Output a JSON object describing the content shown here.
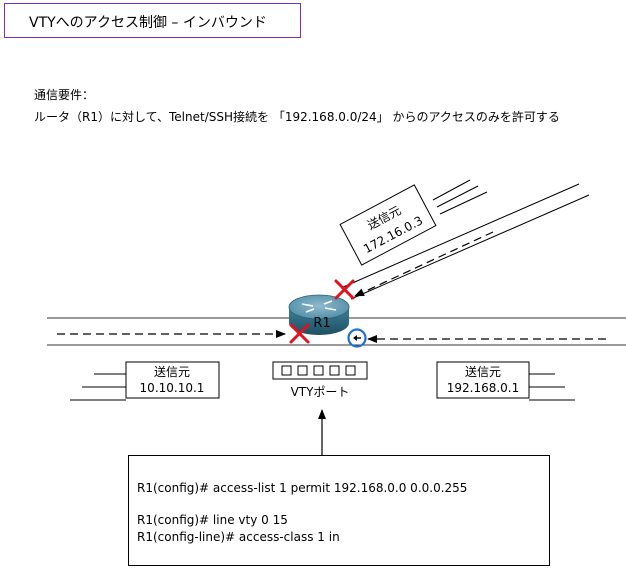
{
  "title": "VTYへのアクセス制御 – インバウンド",
  "requirement": {
    "label": "通信要件：",
    "text": "ルータ（R1）に対して、Telnet/SSH接続を 「192.168.0.0/24」 からのアクセスのみを許可する"
  },
  "router": {
    "label": "R1"
  },
  "sources": {
    "top": {
      "label": "送信元",
      "address": "172.16.0.3"
    },
    "left": {
      "label": "送信元",
      "address": "10.10.10.1"
    },
    "right": {
      "label": "送信元",
      "address": "192.168.0.1"
    }
  },
  "vty": {
    "label": "VTYポート"
  },
  "config": {
    "line1": "R1(config)# access-list 1 permit 192.168.0.0 0.0.0.255",
    "line2": "R1(config)# line vty 0 15",
    "line3": "R1(config-line)# access-class 1 in"
  },
  "colors": {
    "title_border": "#7a2fb0",
    "deny_mark": "#e0121b",
    "permit_mark": "#1f6fd1",
    "router": "#3a7f99"
  }
}
